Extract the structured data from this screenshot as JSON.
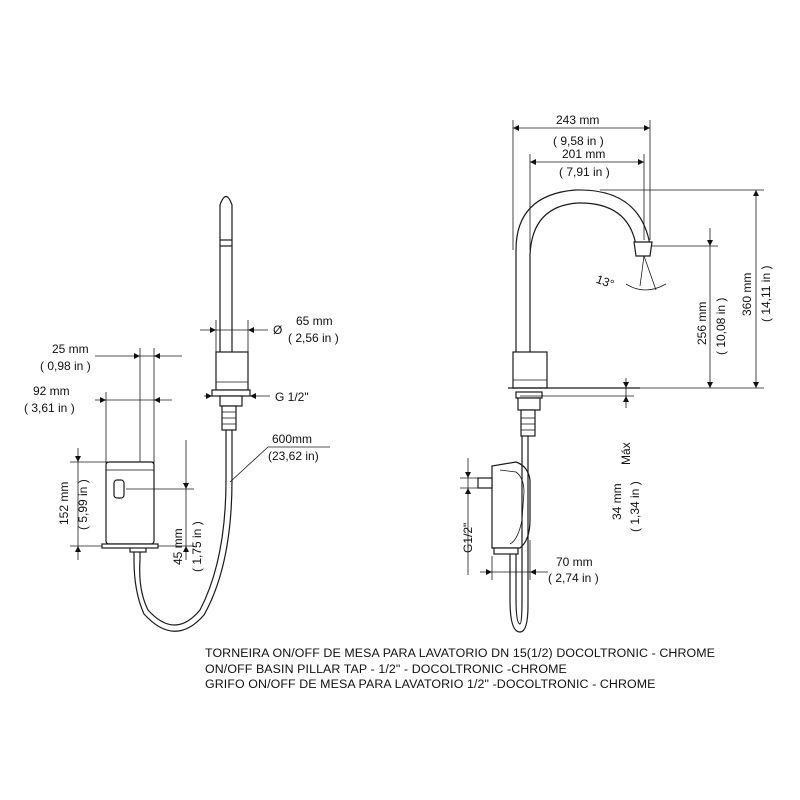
{
  "left_view": {
    "diameter_symbol": "Ø",
    "spout_diameter_mm": "65 mm",
    "spout_diameter_in": "( 2,56 in )",
    "thread": "G 1/2\"",
    "hose_mm": "600mm",
    "hose_in": "(23,62 in)",
    "box_depth_mm": "25 mm",
    "box_depth_in": "( 0,98 in )",
    "box_width_mm": "92 mm",
    "box_width_in": "( 3,61 in )",
    "box_height_mm": "152 mm",
    "box_height_in": "( 5,99 in )",
    "sensor_height_mm": "45 mm",
    "sensor_height_in": "( 1,75 in )"
  },
  "right_view": {
    "reach_total_mm": "243 mm",
    "reach_total_in": "( 9,58 in )",
    "reach_outlet_mm": "201 mm",
    "reach_outlet_in": "( 7,91 in )",
    "angle": "13°",
    "outlet_height_mm": "256 mm",
    "outlet_height_in": "( 10,08 in )",
    "total_height_mm": "360 mm",
    "total_height_in": "( 14,11 in )",
    "max_label": "Máx",
    "deck_thickness_mm": "34 mm",
    "deck_thickness_in": "( 1,34 in )",
    "box_thread": "G1/2\"",
    "box_depth_mm": "70 mm",
    "box_depth_in": "( 2,74 in )"
  },
  "caption": {
    "line1": "TORNEIRA ON/OFF DE MESA PARA LAVATORIO DN 15(1/2) DOCOLTRONIC - CHROME",
    "line2": "ON/OFF BASIN PILLAR TAP -  1/2\" - DOCOLTRONIC -CHROME",
    "line3": "GRIFO ON/OFF DE MESA PARA LAVATORIO 1/2\" -DOCOLTRONIC - CHROME"
  }
}
